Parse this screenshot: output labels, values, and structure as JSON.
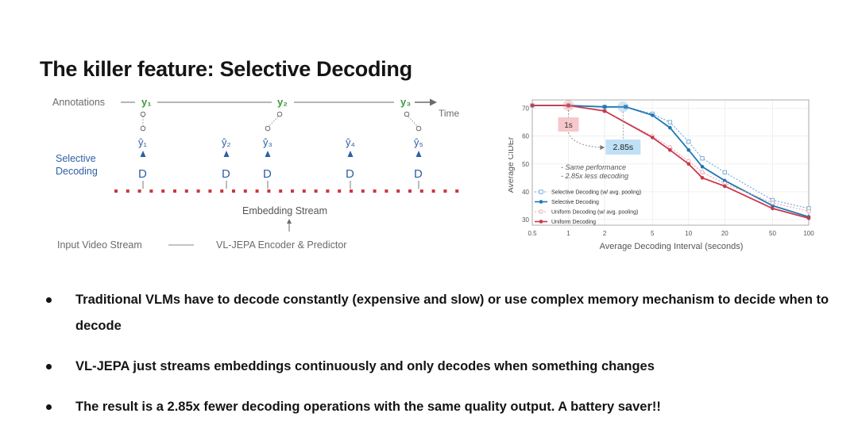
{
  "slide": {
    "title": "The killer feature:  Selective Decoding",
    "bullets": [
      "Traditional VLMs have to decode constantly (expensive and slow) or use complex memory mechanism to decide when to decode",
      "VL-JEPA just streams embeddings continuously and only decodes when something changes",
      "The result is a 2.85x fewer decoding operations with the same quality output. A battery saver!!"
    ]
  },
  "diagram": {
    "annotations_label": "Annotations",
    "annotations": [
      "y₁",
      "y₂",
      "y₃"
    ],
    "time_label": "Time",
    "selective_label_1": "Selective",
    "selective_label_2": "Decoding",
    "predictions": [
      "ŷ₁",
      "ŷ₂",
      "ŷ₃",
      "ŷ₄",
      "ŷ₅"
    ],
    "decoder_label": "D",
    "embedding_label": "Embedding Stream",
    "input_label": "Input Video Stream",
    "encoder_label": "VL-JEPA Encoder & Predictor",
    "colors": {
      "green": "#3c9a3c",
      "blue": "#2f5fa6",
      "red": "#c8383d",
      "gray": "#6b6b6b"
    }
  },
  "chart_data": {
    "type": "line",
    "xlabel": "Average Decoding Interval (seconds)",
    "ylabel": "Average CIDEr",
    "xscale": "log",
    "xlim": [
      0.5,
      100
    ],
    "ylim": [
      28,
      73
    ],
    "xticks": [
      0.5,
      1,
      2,
      5,
      10,
      20,
      50,
      100
    ],
    "xtick_labels": [
      "0.5",
      "1",
      "2",
      "5",
      "10",
      "20",
      "50",
      "100"
    ],
    "yticks": [
      30,
      40,
      50,
      60,
      70
    ],
    "legend_position": "lower-left",
    "series": [
      {
        "name": "Selective Decoding (w/ avg. pooling)",
        "color": "#6aa7d8",
        "marker": "square-open",
        "dash": true,
        "x": [
          0.5,
          1,
          2,
          3,
          5,
          7,
          10,
          13,
          20,
          50,
          100
        ],
        "y": [
          71,
          71,
          70.5,
          70.5,
          68,
          65,
          58,
          52,
          47,
          37,
          34
        ]
      },
      {
        "name": "Selective Decoding",
        "color": "#1f77b4",
        "marker": "circle",
        "dash": false,
        "x": [
          0.5,
          1,
          2,
          3,
          5,
          7,
          10,
          13,
          20,
          50,
          100
        ],
        "y": [
          71,
          71,
          70.5,
          70.5,
          67.5,
          63,
          55,
          49,
          44,
          35,
          31
        ]
      },
      {
        "name": "Uniform Decoding (w/ avg. pooling)",
        "color": "#e8a0a8",
        "marker": "circle-open",
        "dash": true,
        "x": [
          0.5,
          1,
          2,
          5,
          7,
          10,
          13,
          20,
          50,
          100
        ],
        "y": [
          71,
          71,
          69,
          60,
          56,
          51,
          47,
          43,
          36,
          33
        ]
      },
      {
        "name": "Uniform Decoding",
        "color": "#c8384a",
        "marker": "circle",
        "dash": false,
        "x": [
          0.5,
          1,
          2,
          5,
          7,
          10,
          13,
          20,
          50,
          100
        ],
        "y": [
          71,
          71,
          69,
          59.5,
          55,
          50,
          45,
          42,
          34,
          30.5
        ]
      }
    ],
    "annotations": {
      "uniform_point": {
        "label": "1s",
        "x": 1,
        "y": 71
      },
      "selective_point": {
        "label": "2.85s",
        "x": 2.85,
        "y": 70.5
      },
      "notes": [
        "- Same performance",
        "- 2.85x less decoding"
      ]
    }
  }
}
